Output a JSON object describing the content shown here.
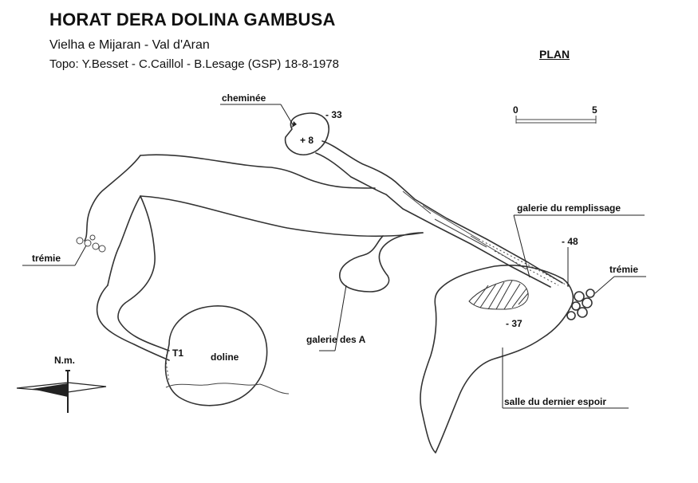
{
  "header": {
    "title": "HORAT DERA DOLINA GAMBUSA",
    "location": "Vielha e Mijaran - Val d'Aran",
    "credits": "Topo: Y.Besset - C.Caillol - B.Lesage   (GSP) 18-8-1978",
    "view": "PLAN"
  },
  "scale_bar": {
    "start": "0",
    "end": "5"
  },
  "north": {
    "label": "N.m."
  },
  "labels": {
    "chimney": "cheminée",
    "chimney_top": "- 33",
    "chimney_height": "+ 8",
    "rubble_left": "trémie",
    "doline": "doline",
    "t1": "T1",
    "gallery_a": "galerie des A",
    "gallery_fill": "galerie du remplissage",
    "depth_48": "- 48",
    "rubble_right": "trémie",
    "depth_37": "- 37",
    "last_hope": "salle du dernier espoir"
  }
}
